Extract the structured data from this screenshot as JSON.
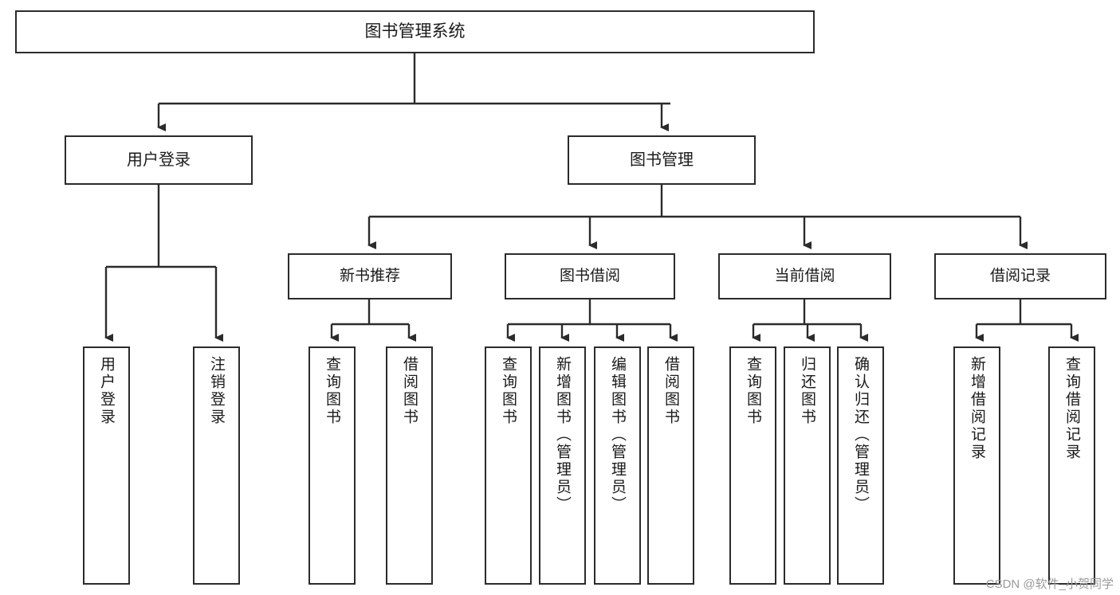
{
  "diagram": {
    "type": "tree",
    "title": "图书管理系统",
    "stroke_color": "#2b2b2b",
    "fill_color": "#ffffff",
    "text_color": "#1a1a1a",
    "root": {
      "label": "图书管理系统"
    },
    "level2": [
      {
        "label": "用户登录"
      },
      {
        "label": "图书管理"
      }
    ],
    "level3": [
      {
        "label": "新书推荐"
      },
      {
        "label": "图书借阅"
      },
      {
        "label": "当前借阅"
      },
      {
        "label": "借阅记录"
      }
    ],
    "leaves": {
      "user_login": [
        {
          "label": "用户登录"
        },
        {
          "label": "注销登录"
        }
      ],
      "new_book": [
        {
          "label": "查询图书"
        },
        {
          "label": "借阅图书"
        }
      ],
      "book_borrow": [
        {
          "label": "查询图书"
        },
        {
          "label": "新增图书（管理员）"
        },
        {
          "label": "编辑图书（管理员）"
        },
        {
          "label": "借阅图书"
        }
      ],
      "current_borrow": [
        {
          "label": "查询图书"
        },
        {
          "label": "归还图书"
        },
        {
          "label": "确认归还（管理员）"
        }
      ],
      "borrow_record": [
        {
          "label": "新增借阅记录"
        },
        {
          "label": "查询借阅记录"
        }
      ]
    }
  },
  "watermark": {
    "text": "CSDN @软件_小贺同学"
  }
}
